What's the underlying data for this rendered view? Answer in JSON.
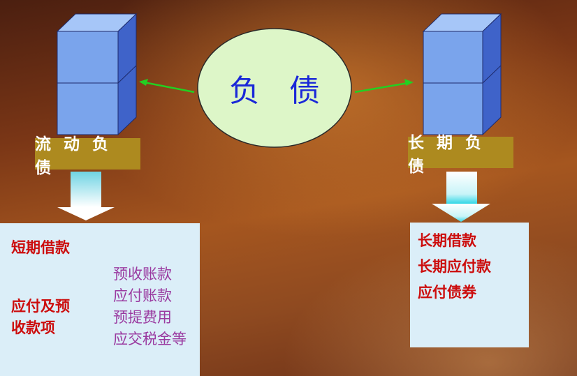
{
  "center": {
    "label": "负 债"
  },
  "left": {
    "title": "流 动 负 债",
    "item1": "短期借款",
    "item2_line1": "应付及预",
    "item2_line2": "收款项",
    "subitems": [
      "预收账款",
      "应付账款",
      "预提费用",
      "应交税金等"
    ]
  },
  "right": {
    "title": "长 期 负 债",
    "items": [
      "长期借款",
      "长期应付款",
      "应付债券"
    ]
  },
  "colors": {
    "cube_front": "#7aa4ec",
    "cube_top": "#a6c6f8",
    "cube_side": "#3f63c9",
    "ellipse_fill": "#ddf6c8",
    "connector": "#22d022",
    "title_box": "#ad8a1f",
    "panel": "#dbeef8",
    "text_red": "#cc0d0d",
    "text_purple": "#9a3aa0",
    "brace": "#1a2bd0"
  }
}
